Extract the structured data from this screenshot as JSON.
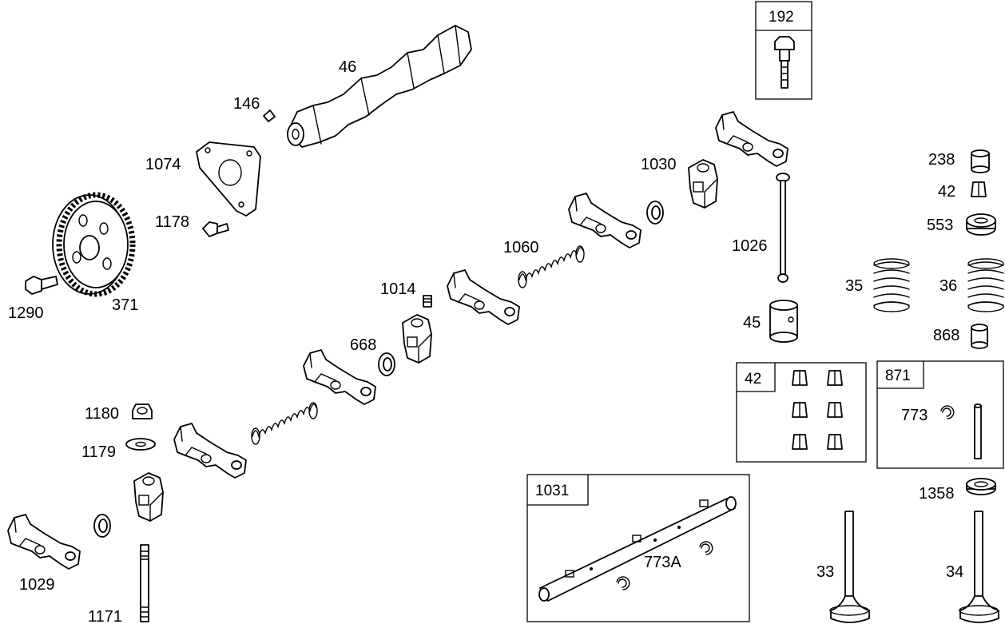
{
  "labels": {
    "l46": "46",
    "l146": "146",
    "l1074": "1074",
    "l1178": "1178",
    "l1290": "1290",
    "l371": "371",
    "l1014": "1014",
    "l1060": "1060",
    "l668": "668",
    "l1030": "1030",
    "l1026": "1026",
    "l45": "45",
    "l1180": "1180",
    "l1179": "1179",
    "l1029": "1029",
    "l1171": "1171",
    "l773A": "773A",
    "l238": "238",
    "l42top": "42",
    "l553": "553",
    "l35": "35",
    "l36": "36",
    "l868": "868",
    "l773": "773",
    "l1358": "1358",
    "l33": "33",
    "l34": "34"
  },
  "boxes": {
    "b192": "192",
    "b42": "42",
    "b871": "871",
    "b1031": "1031"
  }
}
